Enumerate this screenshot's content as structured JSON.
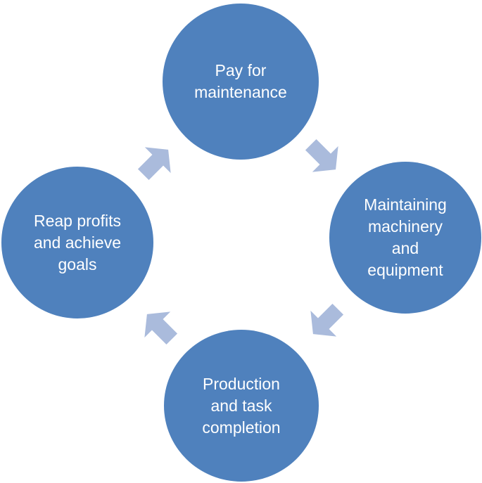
{
  "colors": {
    "node_fill": "#4f81bd",
    "arrow_fill": "#aabbdc",
    "label_color": "#ffffff",
    "background": "#ffffff"
  },
  "nodes": [
    {
      "label": "Pay for\nmaintenance"
    },
    {
      "label": "Maintaining\nmachinery\nand\nequipment"
    },
    {
      "label": "Production\nand task\ncompletion"
    },
    {
      "label": "Reap profits\nand achieve\ngoals"
    }
  ],
  "arrows": [
    {
      "from": "Pay for maintenance",
      "to": "Maintaining machinery and equipment",
      "direction": "down-right"
    },
    {
      "from": "Maintaining machinery and equipment",
      "to": "Production and task completion",
      "direction": "down-left"
    },
    {
      "from": "Production and task completion",
      "to": "Reap profits and achieve goals",
      "direction": "up-left"
    },
    {
      "from": "Reap profits and achieve goals",
      "to": "Pay for maintenance",
      "direction": "up-right"
    }
  ]
}
